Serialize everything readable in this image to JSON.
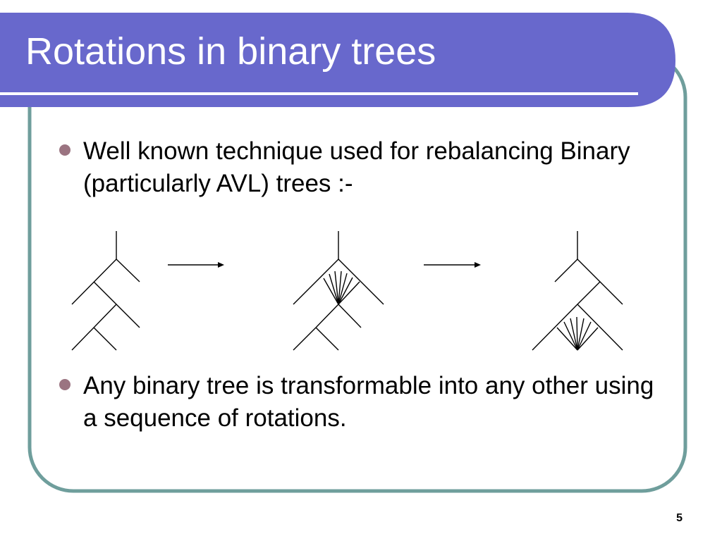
{
  "slide": {
    "title": "Rotations in binary trees",
    "bullets": [
      "Well known technique used for rebalancing Binary (particularly AVL) trees :-",
      "Any binary tree is transformable into any other using a sequence of rotations."
    ],
    "page_number": "5"
  },
  "colors": {
    "title_bar": "#6868cc",
    "frame_border": "#6f9e9c",
    "bullet": "#9b7481"
  }
}
